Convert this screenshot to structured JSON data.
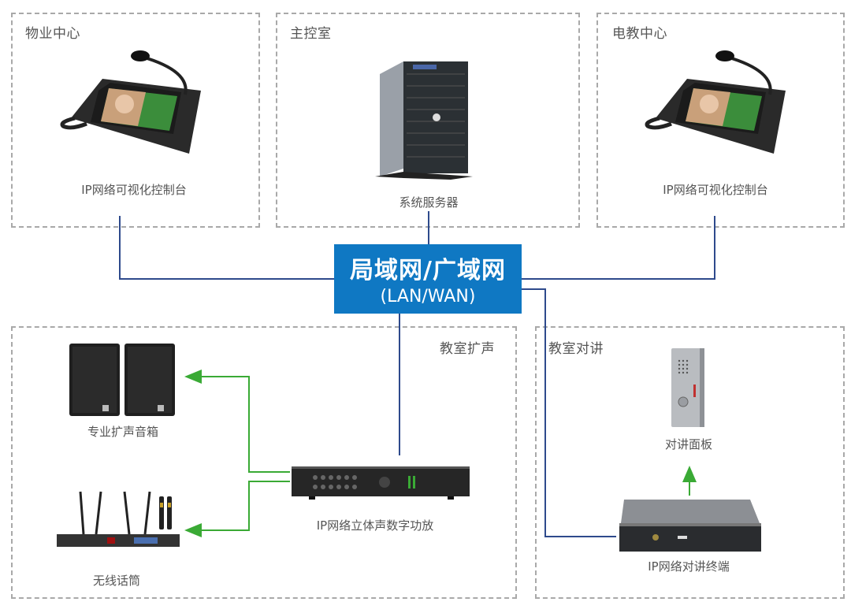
{
  "zones": {
    "property_center": {
      "title": "物业中心",
      "device_caption": "IP网络可视化控制台",
      "device_icon": "visual-console-icon"
    },
    "main_control_room": {
      "title": "主控室",
      "device_caption": "系统服务器",
      "device_icon": "tower-server-icon"
    },
    "av_center": {
      "title": "电教中心",
      "device_caption": "IP网络可视化控制台",
      "device_icon": "visual-console-icon"
    },
    "classroom_pa": {
      "title": "教室扩声",
      "devices": [
        {
          "caption": "专业扩声音箱",
          "icon": "speaker-pair-icon"
        },
        {
          "caption": "无线话筒",
          "icon": "wireless-mic-icon"
        },
        {
          "caption": "IP网络立体声数字功放",
          "icon": "amplifier-icon"
        }
      ]
    },
    "classroom_intercom": {
      "title": "教室对讲",
      "devices": [
        {
          "caption": "对讲面板",
          "icon": "intercom-panel-icon"
        },
        {
          "caption": "IP网络对讲终端",
          "icon": "intercom-terminal-icon"
        }
      ]
    }
  },
  "network_hub": {
    "title": "局域网/广域网",
    "subtitle": "(LAN/WAN)"
  },
  "colors": {
    "hub": "#0f78c3",
    "network_line": "#2e4a8c",
    "signal_arrow": "#3aaa35",
    "zone_border": "#a9a9a9"
  }
}
